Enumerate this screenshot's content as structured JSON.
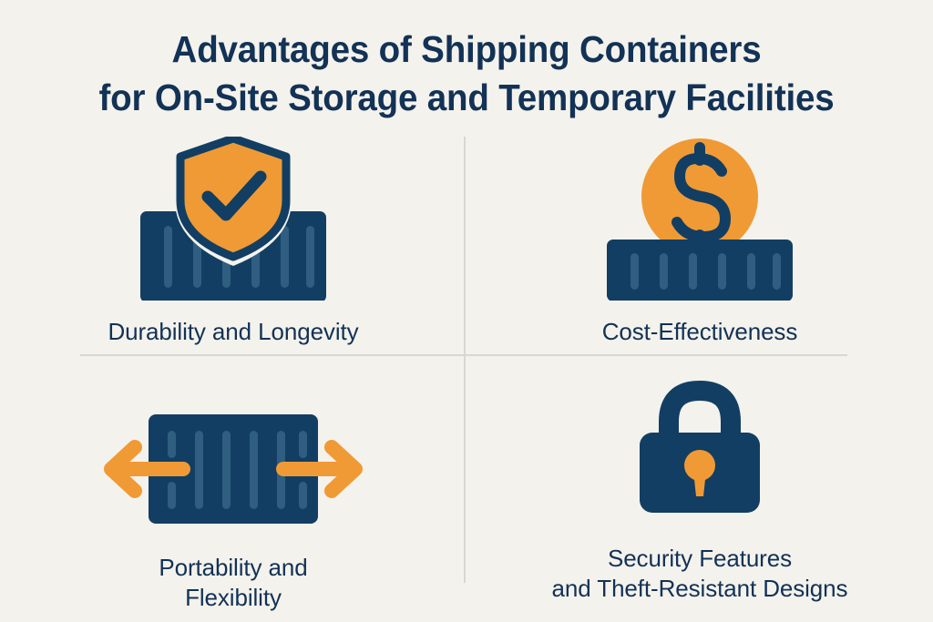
{
  "page": {
    "background_color": "#f4f2ec",
    "navy": "#123e63",
    "navy_text": "#123256",
    "orange": "#f09a35",
    "rib_color": "#2f5e80",
    "divider_color": "#d8d7d1"
  },
  "title": {
    "line1": "Advantages of Shipping Containers",
    "line2": "for On-Site Storage and Temporary Facilities"
  },
  "items": [
    {
      "id": "durability",
      "icon": "shield-check-container-icon",
      "label": "Durability and Longevity"
    },
    {
      "id": "cost",
      "icon": "dollar-coin-container-icon",
      "label": "Cost-Effectiveness"
    },
    {
      "id": "portability",
      "icon": "container-arrows-icon",
      "label": "Portability and\nFlexibility"
    },
    {
      "id": "security",
      "icon": "padlock-icon",
      "label": "Security Features\nand Theft-Resistant Designs"
    }
  ]
}
